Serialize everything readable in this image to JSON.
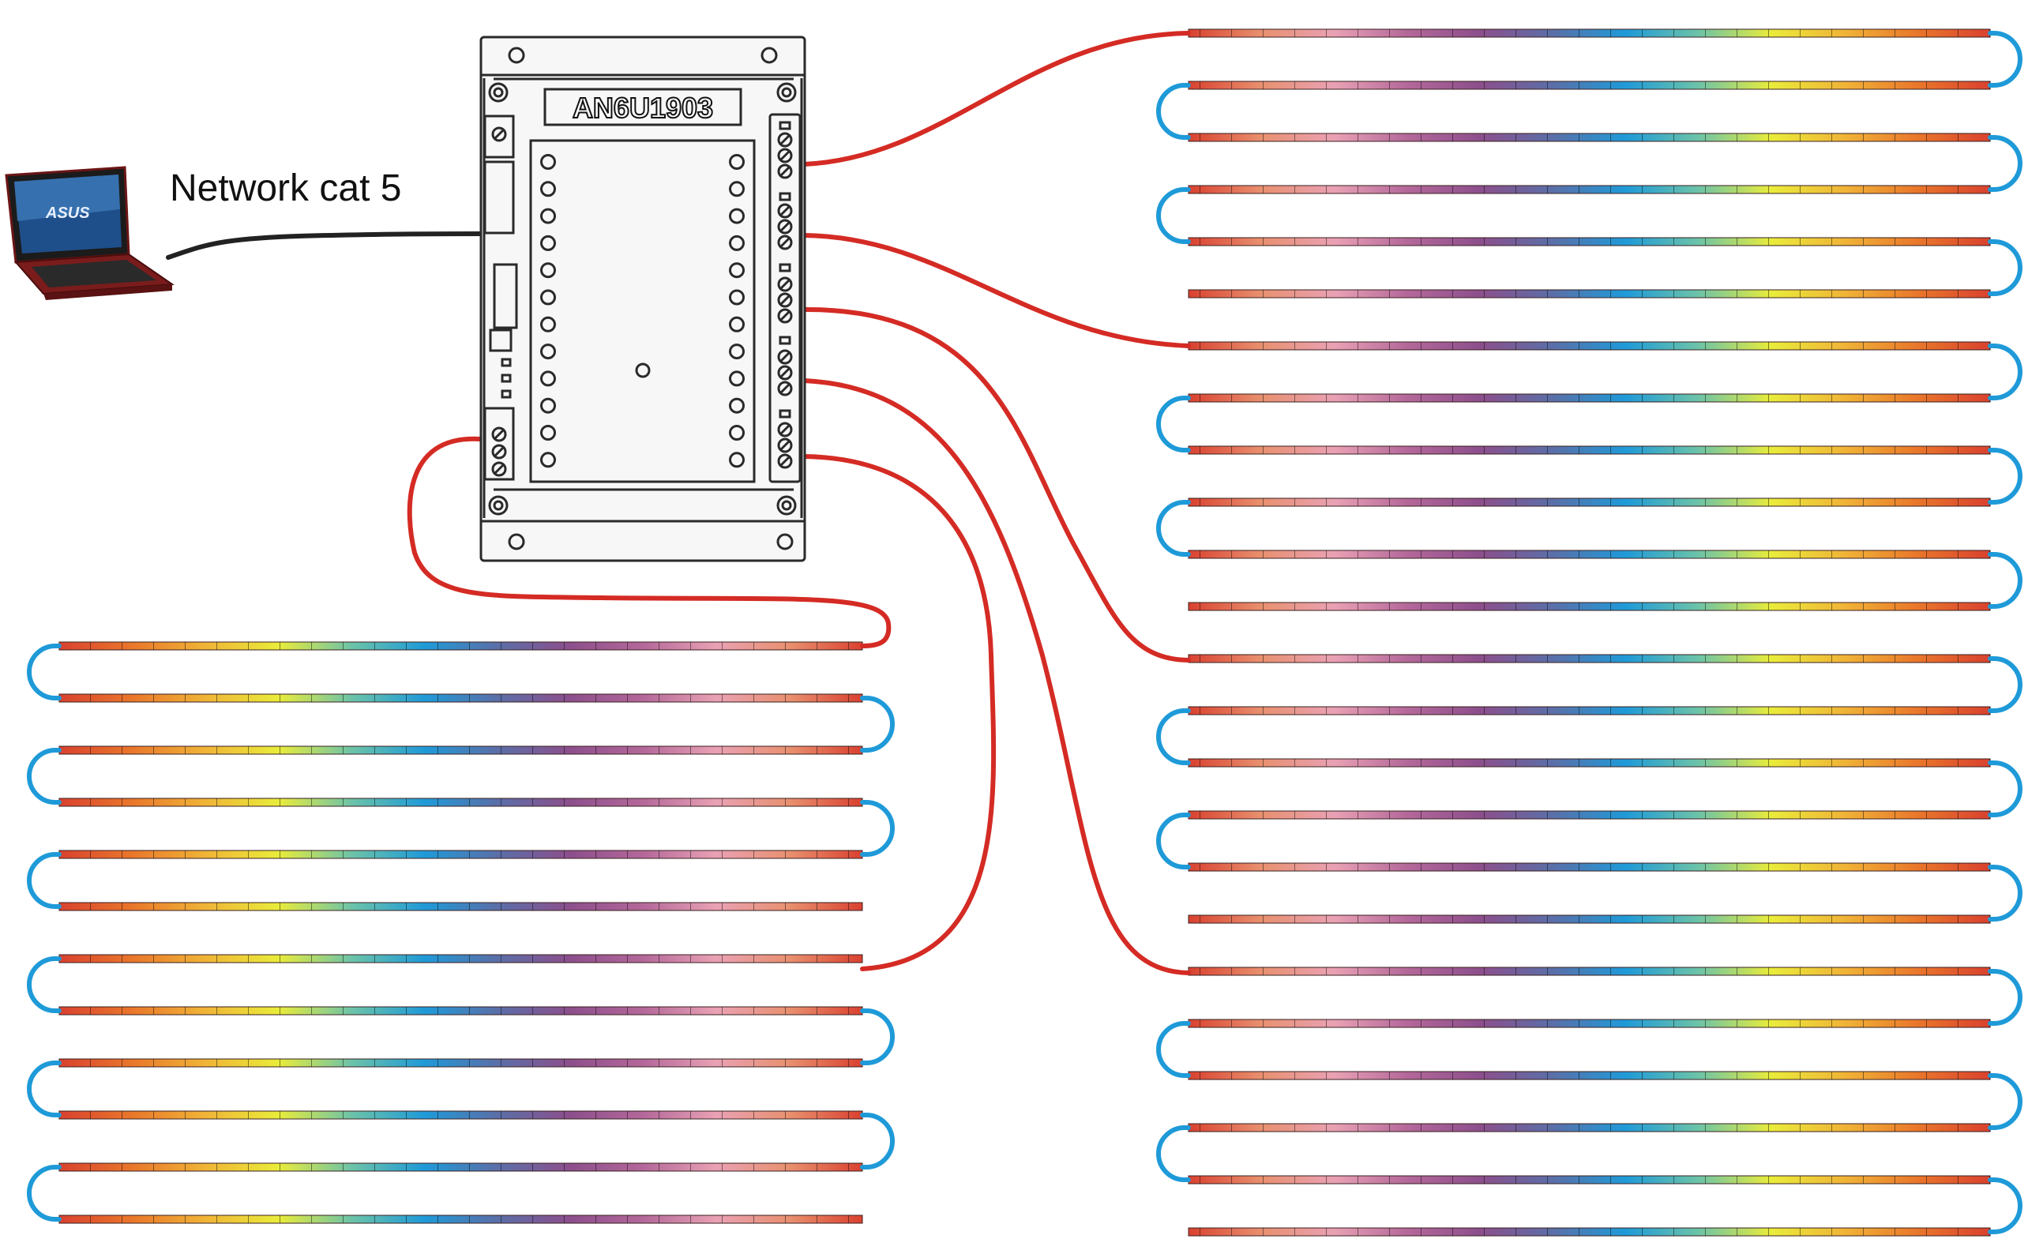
{
  "controller": {
    "model_label": "AN6U1903"
  },
  "connection": {
    "network_label": "Network cat 5"
  },
  "laptop": {
    "brand_label": "ASUS"
  },
  "colors": {
    "cable_red": "#d42b24",
    "loop_blue": "#1f9ad8",
    "network_black": "#222222",
    "device_outline": "#2a2a2a",
    "device_fill": "#f7f7f7",
    "laptop_red": "#8a1f1f",
    "strip_gradient": [
      "#d9412f",
      "#e8906f",
      "#e9a1b4",
      "#b4689a",
      "#8c4f8c",
      "#5a6fa8",
      "#1f9ad8",
      "#6cc3a8",
      "#e9ec3a",
      "#f0b437",
      "#e9772b",
      "#d9412f"
    ]
  },
  "heating_zones": [
    {
      "id": "left-zone",
      "strips": 12
    },
    {
      "id": "right-zone",
      "strips": 24
    }
  ]
}
